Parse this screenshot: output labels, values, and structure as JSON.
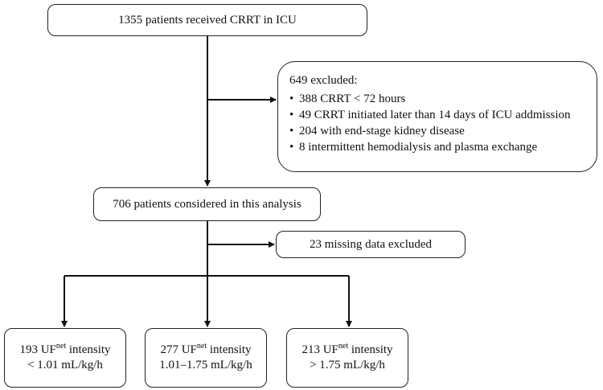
{
  "boxes": {
    "top": "1355 patients received CRRT in ICU",
    "excluded": {
      "heading": "649 excluded:",
      "items": [
        "388 CRRT < 72 hours",
        "49 CRRT initiated later than 14 days of ICU addmission",
        "204 with end-stage kidney disease",
        "8 intermittent hemodialysis and plasma exchange"
      ]
    },
    "analysis": "706 patients considered in this analysis",
    "missing": "23 missing data excluded",
    "groups": [
      {
        "count": "193",
        "unit": "UF",
        "sup": "net",
        "label": "intensity",
        "range": "< 1.01 mL/kg/h"
      },
      {
        "count": "277",
        "unit": "UF",
        "sup": "net",
        "label": "intensity",
        "range": "1.01–1.75 mL/kg/h"
      },
      {
        "count": "213",
        "unit": "UF",
        "sup": "net",
        "label": "intensity",
        "range": "> 1.75 mL/kg/h"
      }
    ]
  },
  "colors": {
    "line": "#111111",
    "border": "#222222",
    "text": "#111111"
  }
}
